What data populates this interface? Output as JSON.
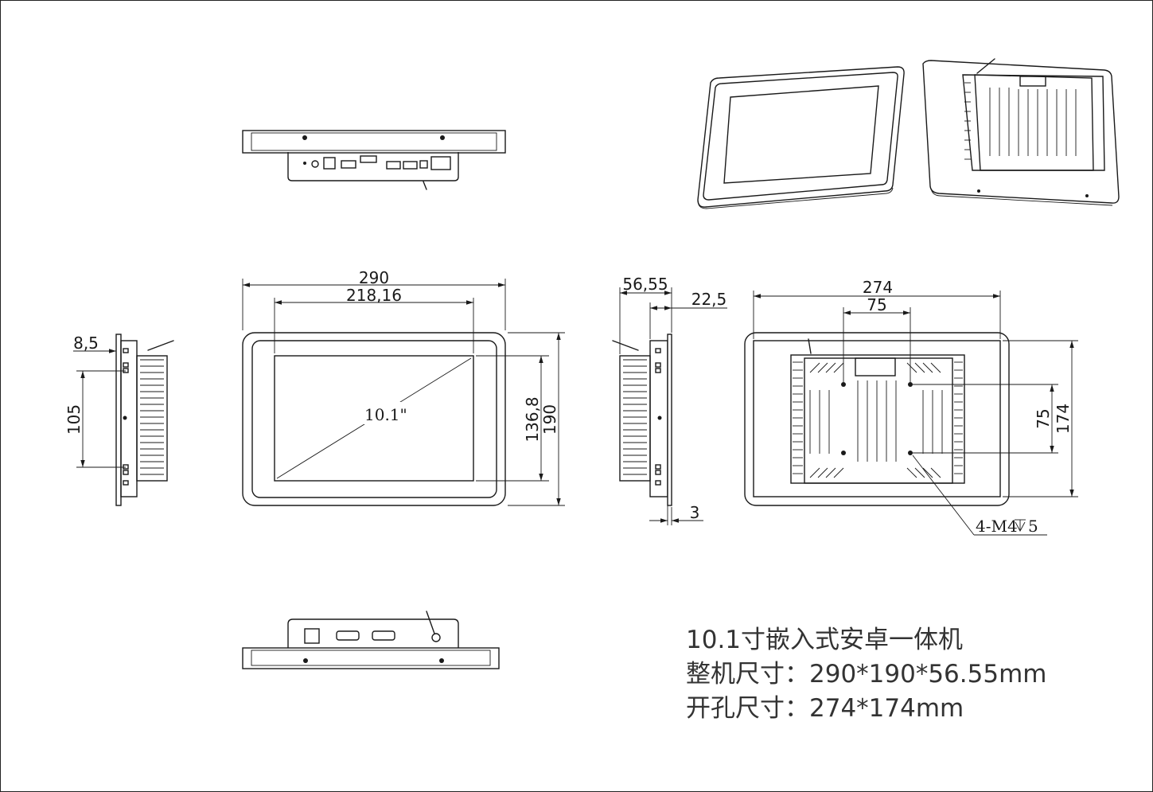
{
  "dimensions": {
    "width_total": "290",
    "width_screen": "218,16",
    "height_screen": "136,8",
    "height_total": "190",
    "diagonal": "10.1\"",
    "side_flange": "8,5",
    "side_hole_spacing": "105",
    "depth_total": "56,55",
    "depth_front": "22,5",
    "panel_thickness": "3",
    "cutout_width": "274",
    "vesa_horizontal": "75",
    "vesa_vertical": "75",
    "cutout_height": "174",
    "screw_spec": "4-M4",
    "screw_depth": "5"
  },
  "caption": {
    "line1": "10.1寸嵌入式安卓一体机",
    "line2": "整机尺寸：290*190*56.55mm",
    "line3": "开孔尺寸：274*174mm"
  }
}
